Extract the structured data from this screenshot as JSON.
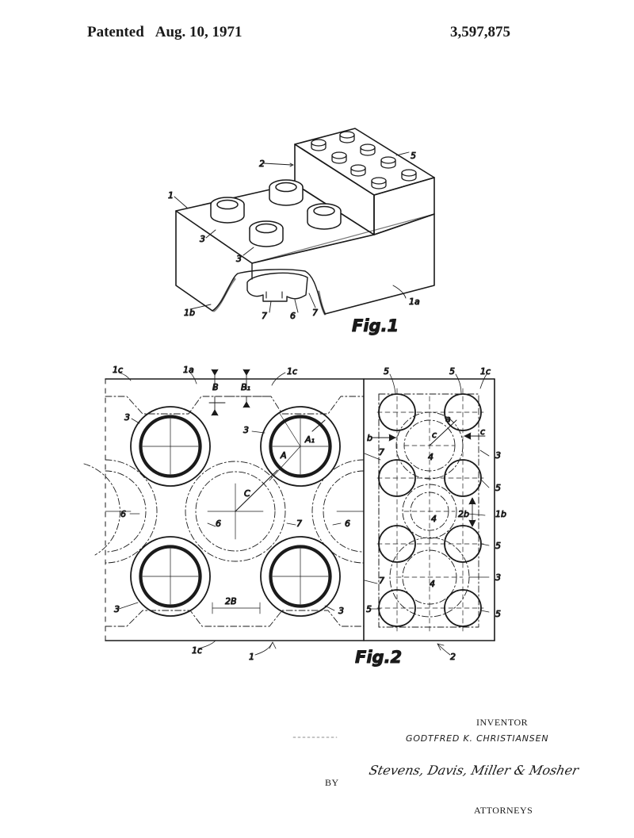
{
  "header": {
    "patented_label": "Patented",
    "date": "Aug. 10, 1971",
    "patent_number": "3,597,875"
  },
  "figure1": {
    "caption": "Fig.1",
    "labels": {
      "ref_1": "1",
      "ref_2": "2",
      "ref_3a": "3",
      "ref_3b": "3",
      "ref_5": "5",
      "ref_1a": "1a",
      "ref_1b": "1b",
      "ref_6": "6",
      "ref_7a": "7",
      "ref_7b": "7"
    }
  },
  "figure2": {
    "caption": "Fig.2",
    "labels": {
      "ref_1c_tl": "1c",
      "ref_1a": "1a",
      "ref_B": "B",
      "ref_B1": "B₁",
      "ref_1c_tm": "1c",
      "ref_5_t1": "5",
      "ref_5_t2": "5",
      "ref_1c_tr": "1c",
      "ref_3_l1": "3",
      "ref_3_l2": "3",
      "ref_A1": "A₁",
      "ref_A": "A",
      "ref_C": "C",
      "ref_b": "b",
      "ref_c_right": "c",
      "ref_c_inner": "c",
      "ref_a": "a",
      "ref_7_r": "7",
      "ref_4_1": "4",
      "ref_3_r1": "3",
      "ref_5_r1": "5",
      "ref_6_l": "6",
      "ref_6_m": "6",
      "ref_7_m": "7",
      "ref_6_r": "6",
      "ref_4_2": "4",
      "ref_2b": "2b",
      "ref_1b": "1b",
      "ref_5_r2": "5",
      "ref_3_bl": "3",
      "ref_2B": "2B",
      "ref_3_bm": "3",
      "ref_7_b": "7",
      "ref_4_3": "4",
      "ref_3_r2": "3",
      "ref_5_b1": "5",
      "ref_5_b2": "5",
      "ref_1c_b": "1c",
      "ref_1_b": "1",
      "ref_2_b": "2"
    }
  },
  "signature_block": {
    "inventor_label": "INVENTOR",
    "inventor_name": "GODTFRED K. CHRISTIANSEN",
    "by_label": "BY",
    "attorney_signature": "Stevens, Davis, Miller & Mosher",
    "attorneys_label": "ATTORNEYS"
  }
}
